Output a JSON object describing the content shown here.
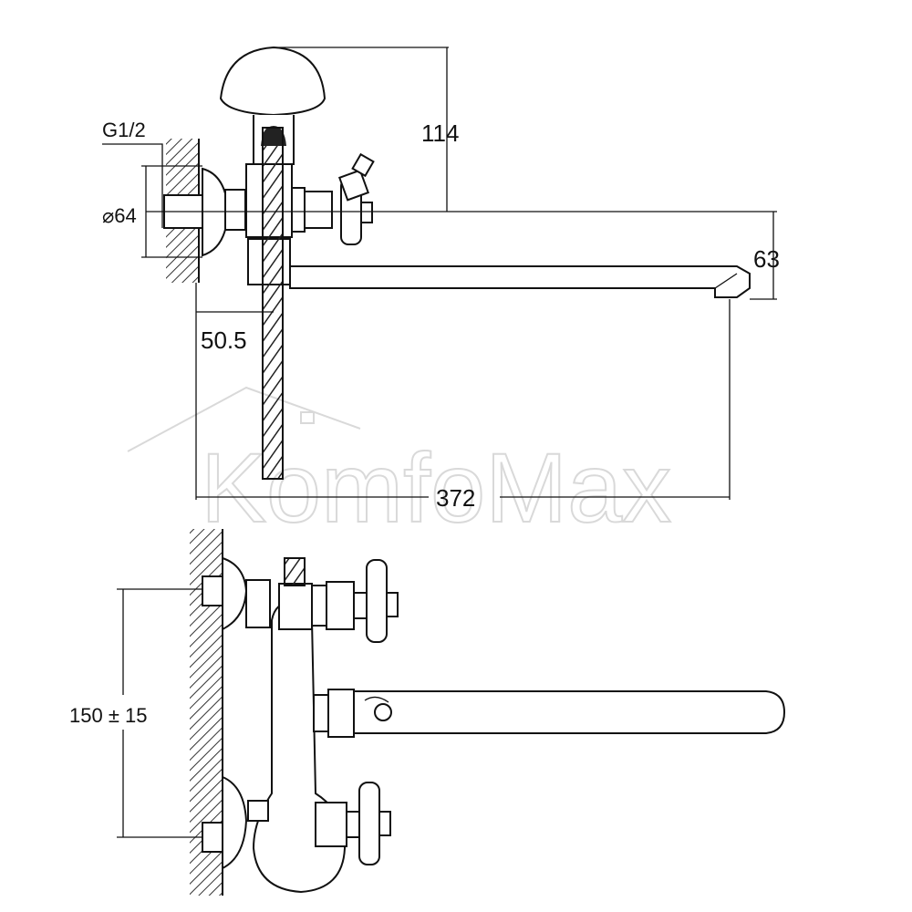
{
  "dimensions": {
    "thread": "G1/2",
    "diameter": "⌀64",
    "height_above_spout": "114",
    "spout_drop": "63",
    "wall_offset": "50.5",
    "spout_length": "372",
    "inlet_spacing": "150 ± 15"
  },
  "watermark": {
    "text": "KomfoMax"
  },
  "colors": {
    "ink": "#111111",
    "background": "#ffffff",
    "watermark": "#d9d9d9"
  },
  "icons": {
    "watermark_logo": "house-icon"
  }
}
